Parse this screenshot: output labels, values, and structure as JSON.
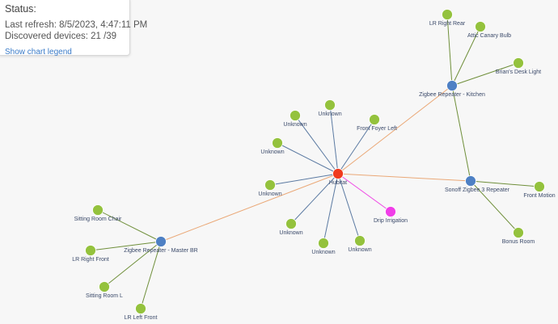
{
  "status": {
    "title": "Status:",
    "last_refresh_label": "Last refresh:",
    "last_refresh_value": "8/5/2023, 4:47:11 PM",
    "discovered_label": "Discovered devices:",
    "discovered_value": "21 /39",
    "legend_link": "Show chart legend"
  },
  "colors": {
    "hub": "#f03a1e",
    "repeater": "#4e80c4",
    "end_device": "#94c23d",
    "special_device": "#f03ee8",
    "link_hub_device": "#5b7aa2",
    "link_hub_repeater": "#eaa877",
    "link_repeater_device": "#6f8f3a",
    "link_special": "#ef4ae5"
  },
  "nodes": [
    {
      "id": "hubitat",
      "label": "Hubitat",
      "kind": "hub"
    },
    {
      "id": "rep_kitchen",
      "label": "Zigbee Repeater - Kitchen",
      "kind": "repeater"
    },
    {
      "id": "rep_sonoff",
      "label": "Sonoff Zigbee 3 Repeater",
      "kind": "repeater"
    },
    {
      "id": "rep_master",
      "label": "Zigbee Repeater - Master BR",
      "kind": "repeater"
    },
    {
      "id": "lr_right_rear",
      "label": "LR Right Rear",
      "kind": "end_device"
    },
    {
      "id": "attic_canary",
      "label": "Attic Canary Bulb",
      "kind": "end_device"
    },
    {
      "id": "brians_desk",
      "label": "Brian's Desk Light",
      "kind": "end_device"
    },
    {
      "id": "front_motion",
      "label": "Front Motion",
      "kind": "end_device"
    },
    {
      "id": "bonus_room",
      "label": "Bonus Room",
      "kind": "end_device"
    },
    {
      "id": "unknown_1",
      "label": "Unknown",
      "kind": "end_device"
    },
    {
      "id": "unknown_2",
      "label": "Unknown",
      "kind": "end_device"
    },
    {
      "id": "front_foyer_left",
      "label": "Front Foyer Left",
      "kind": "end_device"
    },
    {
      "id": "unknown_3",
      "label": "Unknown",
      "kind": "end_device"
    },
    {
      "id": "unknown_4",
      "label": "Unknown",
      "kind": "end_device"
    },
    {
      "id": "unknown_5",
      "label": "Unknown",
      "kind": "end_device"
    },
    {
      "id": "unknown_6",
      "label": "Unknown",
      "kind": "end_device"
    },
    {
      "id": "unknown_7",
      "label": "Unknown",
      "kind": "end_device"
    },
    {
      "id": "drip_irrigation",
      "label": "Drip Irrigation",
      "kind": "special_device"
    },
    {
      "id": "sitting_room_chair",
      "label": "Sitting Room Chair",
      "kind": "end_device"
    },
    {
      "id": "lr_right_front",
      "label": "LR Right Front",
      "kind": "end_device"
    },
    {
      "id": "sitting_room_l",
      "label": "Sitting Room L",
      "kind": "end_device"
    },
    {
      "id": "lr_left_front",
      "label": "LR Left Front",
      "kind": "end_device"
    }
  ],
  "links": [
    {
      "source": "hubitat",
      "target": "rep_kitchen",
      "kind": "link_hub_repeater"
    },
    {
      "source": "hubitat",
      "target": "rep_sonoff",
      "kind": "link_hub_repeater"
    },
    {
      "source": "hubitat",
      "target": "rep_master",
      "kind": "link_hub_repeater"
    },
    {
      "source": "hubitat",
      "target": "unknown_1",
      "kind": "link_hub_device"
    },
    {
      "source": "hubitat",
      "target": "unknown_2",
      "kind": "link_hub_device"
    },
    {
      "source": "hubitat",
      "target": "front_foyer_left",
      "kind": "link_hub_device"
    },
    {
      "source": "hubitat",
      "target": "unknown_3",
      "kind": "link_hub_device"
    },
    {
      "source": "hubitat",
      "target": "unknown_4",
      "kind": "link_hub_device"
    },
    {
      "source": "hubitat",
      "target": "unknown_5",
      "kind": "link_hub_device"
    },
    {
      "source": "hubitat",
      "target": "unknown_6",
      "kind": "link_hub_device"
    },
    {
      "source": "hubitat",
      "target": "unknown_7",
      "kind": "link_hub_device"
    },
    {
      "source": "hubitat",
      "target": "drip_irrigation",
      "kind": "link_special"
    },
    {
      "source": "rep_kitchen",
      "target": "lr_right_rear",
      "kind": "link_repeater_device"
    },
    {
      "source": "rep_kitchen",
      "target": "attic_canary",
      "kind": "link_repeater_device"
    },
    {
      "source": "rep_kitchen",
      "target": "brians_desk",
      "kind": "link_repeater_device"
    },
    {
      "source": "rep_kitchen",
      "target": "rep_sonoff",
      "kind": "link_repeater_device"
    },
    {
      "source": "rep_sonoff",
      "target": "front_motion",
      "kind": "link_repeater_device"
    },
    {
      "source": "rep_sonoff",
      "target": "bonus_room",
      "kind": "link_repeater_device"
    },
    {
      "source": "rep_master",
      "target": "sitting_room_chair",
      "kind": "link_repeater_device"
    },
    {
      "source": "rep_master",
      "target": "lr_right_front",
      "kind": "link_repeater_device"
    },
    {
      "source": "rep_master",
      "target": "sitting_room_l",
      "kind": "link_repeater_device"
    },
    {
      "source": "rep_master",
      "target": "lr_left_front",
      "kind": "link_repeater_device"
    }
  ]
}
